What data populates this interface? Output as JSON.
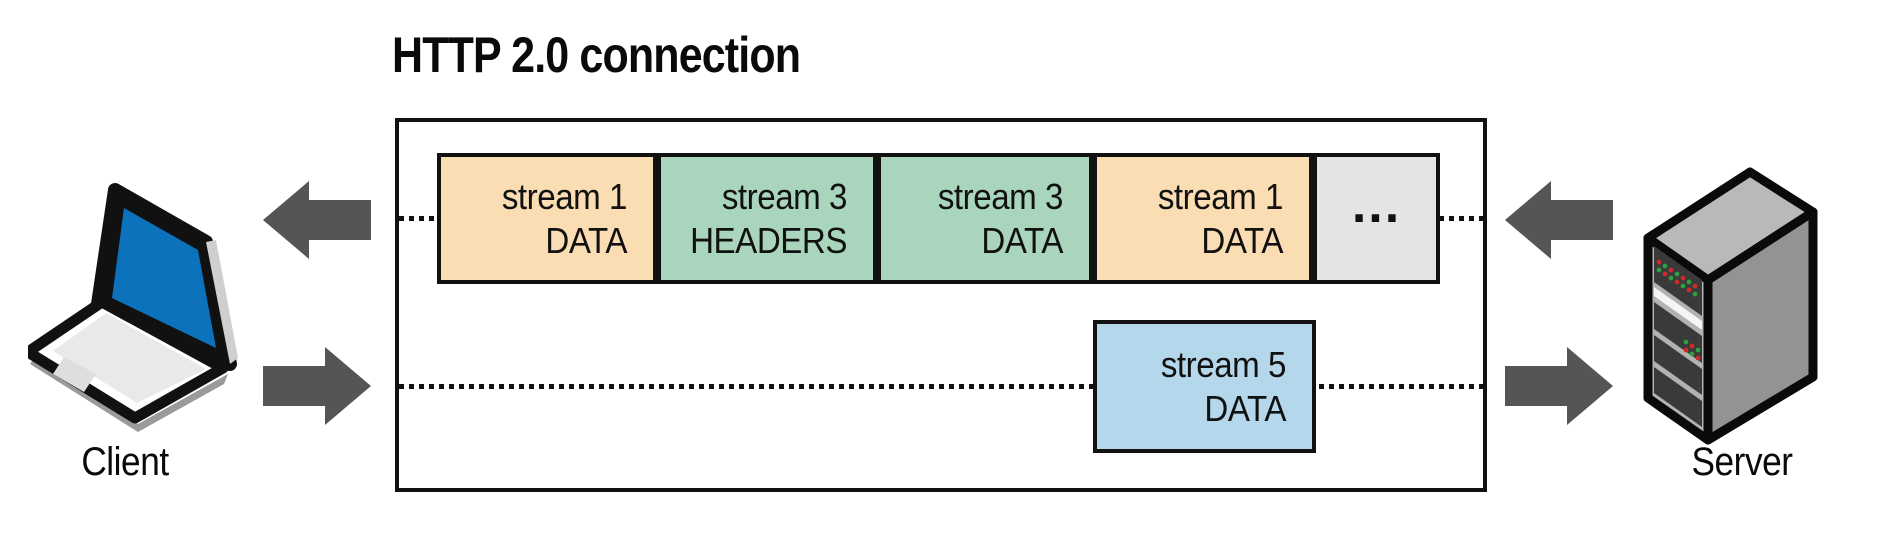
{
  "title": "HTTP 2.0 connection",
  "connection": {
    "frames_top": [
      {
        "stream": "stream 1",
        "type": "DATA"
      },
      {
        "stream": "stream 3",
        "type": "HEADERS"
      },
      {
        "stream": "stream 3",
        "type": "DATA"
      },
      {
        "stream": "stream 1",
        "type": "DATA"
      }
    ],
    "ellipsis": "...",
    "frames_bottom": [
      {
        "stream": "stream 5",
        "type": "DATA"
      }
    ]
  },
  "endpoints": {
    "client": "Client",
    "server": "Server"
  },
  "icons": {
    "client": "laptop-icon",
    "server": "server-tower-icon",
    "top_arrows": "arrow-left-icon",
    "bottom_arrows": "arrow-right-icon"
  },
  "colors": {
    "frame_data_stream1": "#FBDDB3",
    "frame_stream3": "#A9D5BD",
    "frame_stream5": "#B5D7EB",
    "frame_ellipsis": "#E3E4E3",
    "arrow": "#555555",
    "outline": "#111111",
    "laptop_screen": "#0C72BC",
    "server_body": "#ADADAD"
  }
}
